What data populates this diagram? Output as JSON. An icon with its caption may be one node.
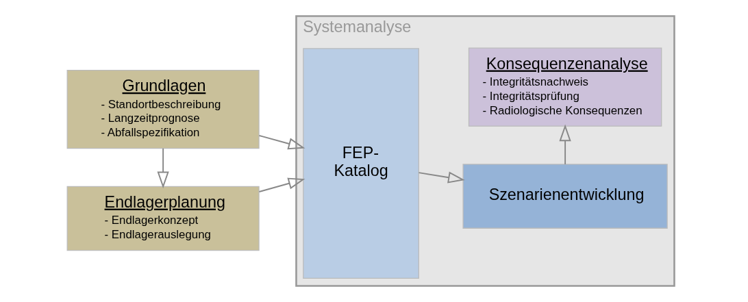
{
  "diagram": {
    "nodes": [
      {
        "text": [
          "Systemanalyse"
        ]
      },
      {
        "text": [
          "Grundlagen",
          "- Standortbeschreibung",
          "- Langzeitprognose",
          "- Abfallspezifikation"
        ]
      },
      {
        "text": [
          "Endlagerplanung",
          "- Endlagerkonzept",
          "- Endlagerauslegung"
        ]
      },
      {
        "text": [
          "FEP- Katalog"
        ],
        "in": 0
      },
      {
        "text": [
          "Szenarienentwicklung"
        ],
        "in": 0
      },
      {
        "text": [
          "Konsequenzenanalyse",
          "- Integritätsnachweis",
          "- Integritätsprüfung",
          "- Radiologische Konsequenzen"
        ],
        "in": 0
      }
    ],
    "edges": [
      {
        "from": 1,
        "to": 2,
        "arrow": "to"
      },
      {
        "from": 1,
        "to": 3,
        "arrow": "to"
      },
      {
        "from": 2,
        "to": 3,
        "arrow": "to"
      },
      {
        "from": 3,
        "to": 4,
        "arrow": "to"
      },
      {
        "from": 4,
        "to": 5,
        "arrow": "to"
      }
    ]
  }
}
